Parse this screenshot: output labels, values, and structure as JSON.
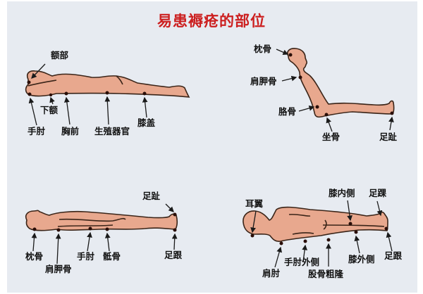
{
  "title": "易患褥疮的部位",
  "colors": {
    "background": "#e7ebf1",
    "title": "#cc1f1f",
    "skin": "#e8a88e",
    "outline": "#3a2418",
    "marker": "#2a0e08"
  },
  "figures": [
    {
      "position": "prone",
      "labels": [
        "额部",
        "下额",
        "手肘",
        "胸前",
        "生殖器官",
        "膝盖"
      ]
    },
    {
      "position": "sitting",
      "labels": [
        "枕骨",
        "肩胛骨",
        "胳骨",
        "坐骨",
        "足趾"
      ]
    },
    {
      "position": "supine",
      "labels": [
        "足趾",
        "枕骨",
        "肩胛骨",
        "手肘",
        "骶骨",
        "足跟"
      ]
    },
    {
      "position": "lateral",
      "labels": [
        "耳翼",
        "膝内侧",
        "足踝",
        "肩肘",
        "手肘外侧",
        "股骨粗隆",
        "膝外侧",
        "足跟"
      ]
    }
  ]
}
